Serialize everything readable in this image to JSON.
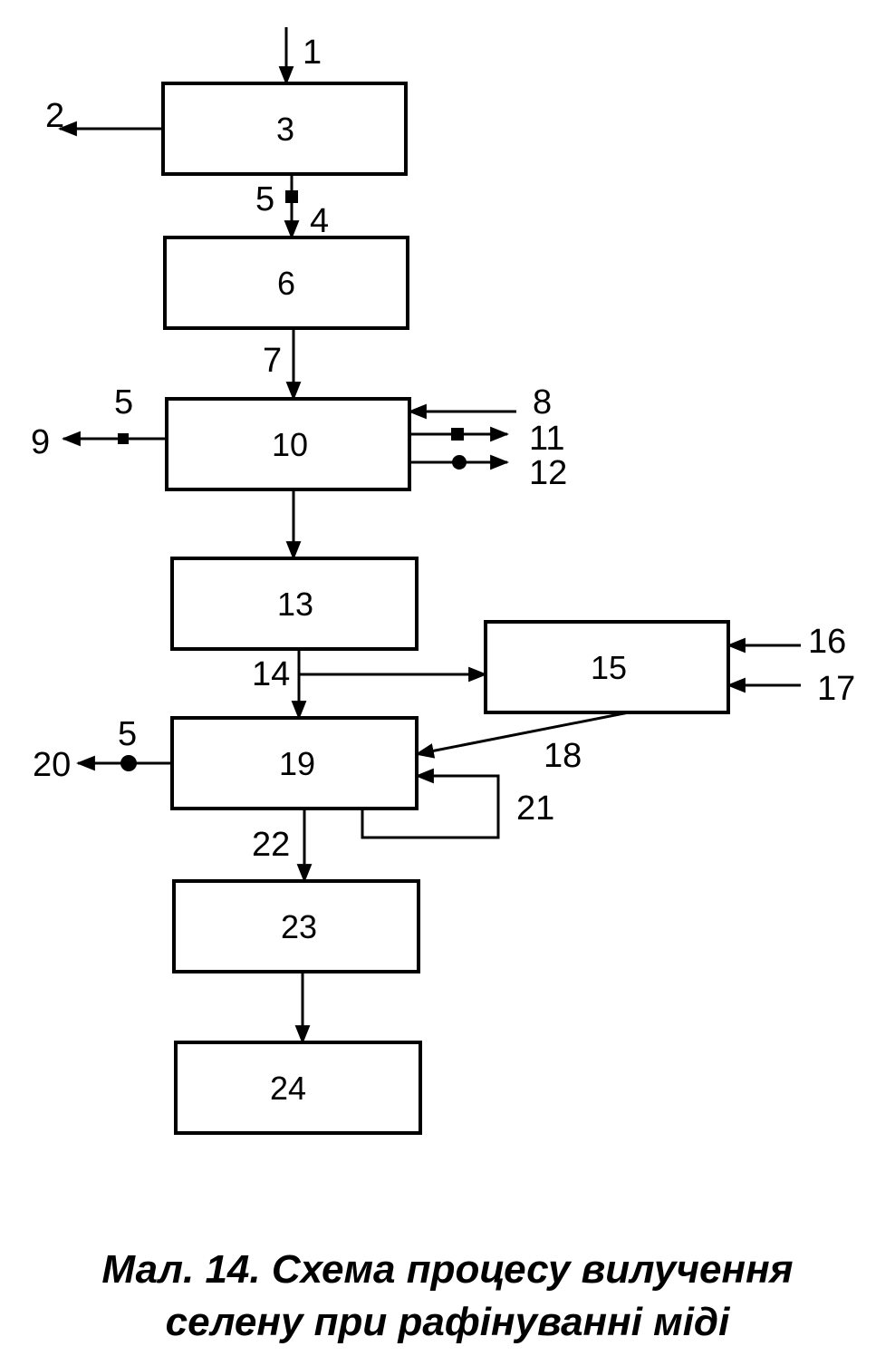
{
  "blocks": {
    "b3": "3",
    "b6": "6",
    "b10": "10",
    "b13": "13",
    "b15": "15",
    "b19": "19",
    "b23": "23",
    "b24": "24"
  },
  "streams": {
    "s1": "1",
    "s2": "2",
    "s4": "4",
    "s5a": "5",
    "s5b": "5",
    "s5c": "5",
    "s7": "7",
    "s8": "8",
    "s9": "9",
    "s11": "11",
    "s12": "12",
    "s14": "14",
    "s16": "16",
    "s17": "17",
    "s18": "18",
    "s20": "20",
    "s21": "21",
    "s22": "22"
  },
  "caption": {
    "line1": "Мал. 14. Схема процесу вилучення",
    "line2": "селену при рафінуванні міді"
  }
}
